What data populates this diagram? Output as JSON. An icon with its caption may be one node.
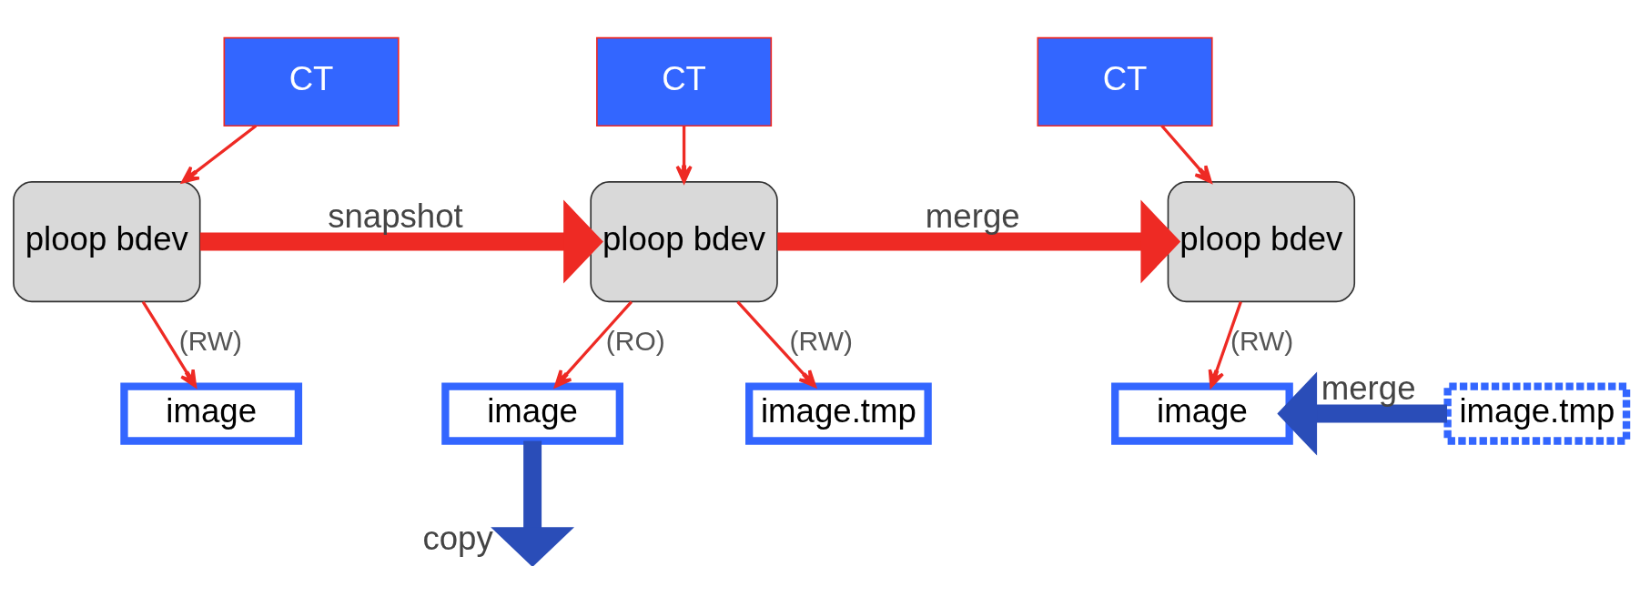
{
  "diagram": {
    "nodes": [
      {
        "text": [
          "CT"
        ]
      },
      {
        "text": [
          "ploop bdev"
        ]
      },
      {
        "text": [
          "image"
        ]
      },
      {
        "text": [
          "CT"
        ]
      },
      {
        "text": [
          "ploop bdev"
        ]
      },
      {
        "text": [
          "image.tmp"
        ]
      },
      {
        "text": [
          "image"
        ]
      },
      {
        "text": [
          "CT"
        ]
      },
      {
        "text": [
          "ploop bdev"
        ]
      },
      {
        "text": [
          "image"
        ]
      },
      {
        "text": [
          "image.tmp"
        ]
      }
    ],
    "edges": [
      {
        "from": 0,
        "to": 1,
        "arrow": "to"
      },
      {
        "from": 1,
        "to": 2,
        "arrow": "to",
        "label": "(RW)"
      },
      {
        "from": 1,
        "to": 4,
        "arrow": "to",
        "label": "snapshot",
        "style": "thick"
      },
      {
        "from": 3,
        "to": 4,
        "arrow": "to"
      },
      {
        "from": 4,
        "to": 6,
        "arrow": "to",
        "label": "(RO)"
      },
      {
        "from": 4,
        "to": 5,
        "arrow": "to",
        "label": "(RW)"
      },
      {
        "from": 6,
        "to": null,
        "arrow": "to",
        "label": "copy",
        "style": "thick",
        "color": "#2a4db8"
      },
      {
        "from": 4,
        "to": 8,
        "arrow": "to",
        "label": "merge",
        "style": "thick"
      },
      {
        "from": 7,
        "to": 8,
        "arrow": "to"
      },
      {
        "from": 8,
        "to": 9,
        "arrow": "to",
        "label": "(RW)"
      },
      {
        "from": 10,
        "to": 9,
        "arrow": "to",
        "label": "merge",
        "style": "thick",
        "color": "#2a4db8"
      }
    ]
  }
}
